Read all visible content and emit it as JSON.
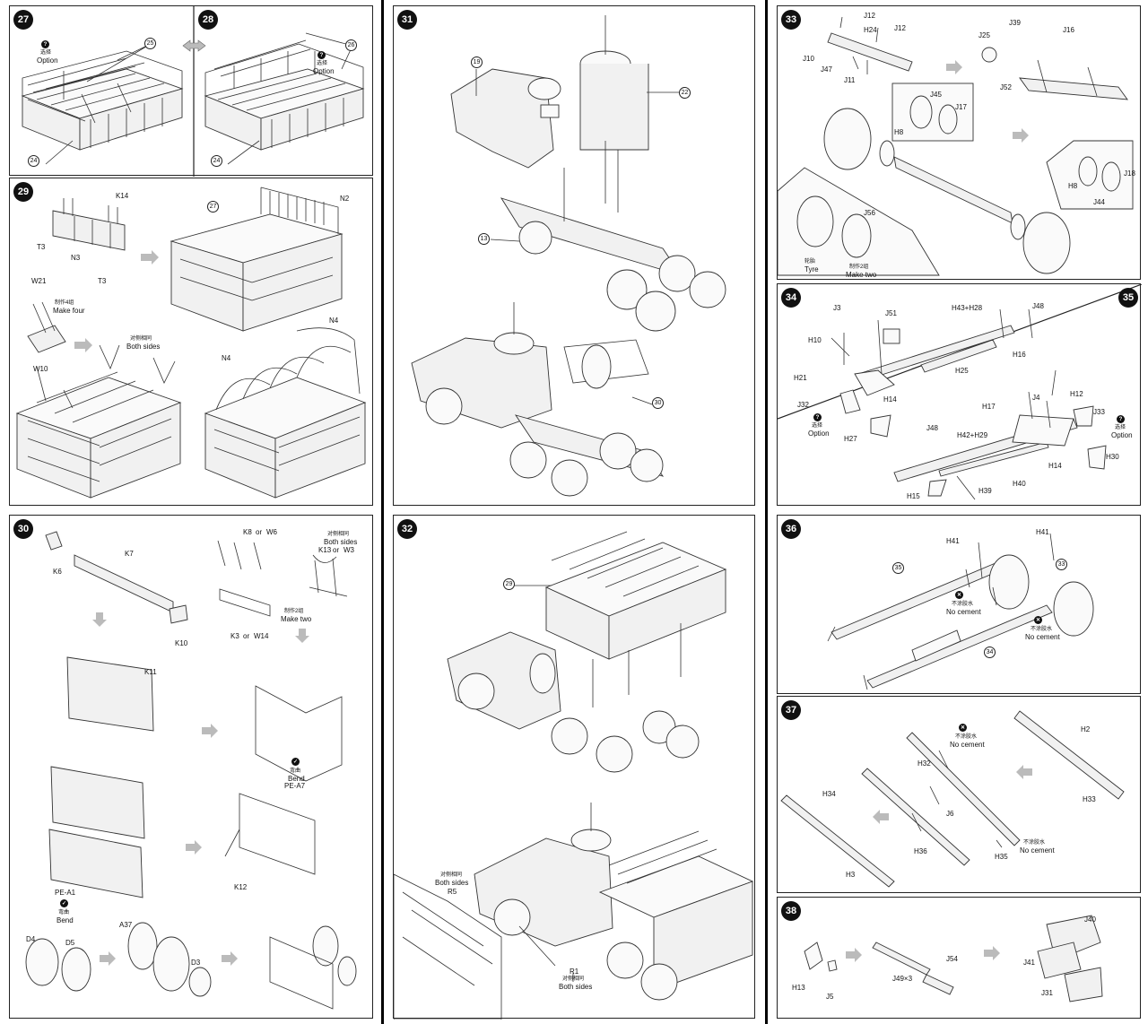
{
  "steps": {
    "s27": {
      "number": "27",
      "callouts": [
        "25",
        "24"
      ],
      "note_cn": "选择",
      "note_en": "Option"
    },
    "s28": {
      "number": "28",
      "callouts": [
        "26",
        "24"
      ],
      "note_cn": "选择",
      "note_en": "Option"
    },
    "s29": {
      "number": "29",
      "callouts": [
        "27"
      ],
      "parts": [
        "K14",
        "T3",
        "N3",
        "T3",
        "W21",
        "W10",
        "N2",
        "N4",
        "N4"
      ],
      "note1_cn": "制作4组",
      "note1_en": "Make four",
      "note2_cn": "对侧相同",
      "note2_en": "Both sides"
    },
    "s30": {
      "number": "30",
      "parts": [
        "K6",
        "K7",
        "K10",
        "K11",
        "K8",
        "or",
        "W6",
        "K3",
        "or",
        "W14",
        "K13",
        "or",
        "W3",
        "K12",
        "PE-A7",
        "PE-A1",
        "D4",
        "D5",
        "A37",
        "D3"
      ],
      "note_both_cn": "对侧相同",
      "note_both_en": "Both sides",
      "note_two_cn": "制作2组",
      "note_two_en": "Make two",
      "bend_cn": "弯曲",
      "bend_en": "Bend"
    },
    "s31": {
      "number": "31",
      "callouts": [
        "19",
        "22",
        "13",
        "30"
      ]
    },
    "s32": {
      "number": "32",
      "callouts": [
        "29"
      ],
      "parts": [
        "R5",
        "R1"
      ],
      "note_cn": "对侧相同",
      "note_en": "Both sides"
    },
    "s33": {
      "number": "33",
      "parts": [
        "J12",
        "H24",
        "J12",
        "J10",
        "J47",
        "J11",
        "J25",
        "J39",
        "J16",
        "J52",
        "J45",
        "J17",
        "H8",
        "J18",
        "H8",
        "J44",
        "J56"
      ],
      "tyre_cn": "轮胎",
      "tyre_en": "Tyre",
      "two_cn": "制作2组",
      "two_en": "Make two"
    },
    "s34": {
      "number": "34",
      "parts": [
        "J3",
        "J51",
        "H43+H28",
        "J48",
        "H10",
        "H16",
        "H21",
        "H25",
        "H14",
        "J32",
        "H27"
      ],
      "note_cn": "选择",
      "note_en": "Option"
    },
    "s35": {
      "number": "35",
      "parts": [
        "J4",
        "H12",
        "H17",
        "J33",
        "J48",
        "H42+H29",
        "H14",
        "H30",
        "H15",
        "H39",
        "H40"
      ],
      "note_cn": "选择",
      "note_en": "Option"
    },
    "s36": {
      "number": "36",
      "callouts": [
        "35",
        "33",
        "34"
      ],
      "parts": [
        "H41",
        "H41"
      ],
      "nocem_cn": "不涂胶水",
      "nocem_en": "No cement"
    },
    "s37": {
      "number": "37",
      "parts": [
        "H2",
        "H32",
        "J6",
        "H34",
        "H33",
        "H36",
        "H35",
        "H3"
      ],
      "nocem_cn": "不涂胶水",
      "nocem_en": "No cement"
    },
    "s38": {
      "number": "38",
      "parts": [
        "J40",
        "H13",
        "J5",
        "J54",
        "J49×3",
        "J41",
        "J31"
      ]
    }
  }
}
